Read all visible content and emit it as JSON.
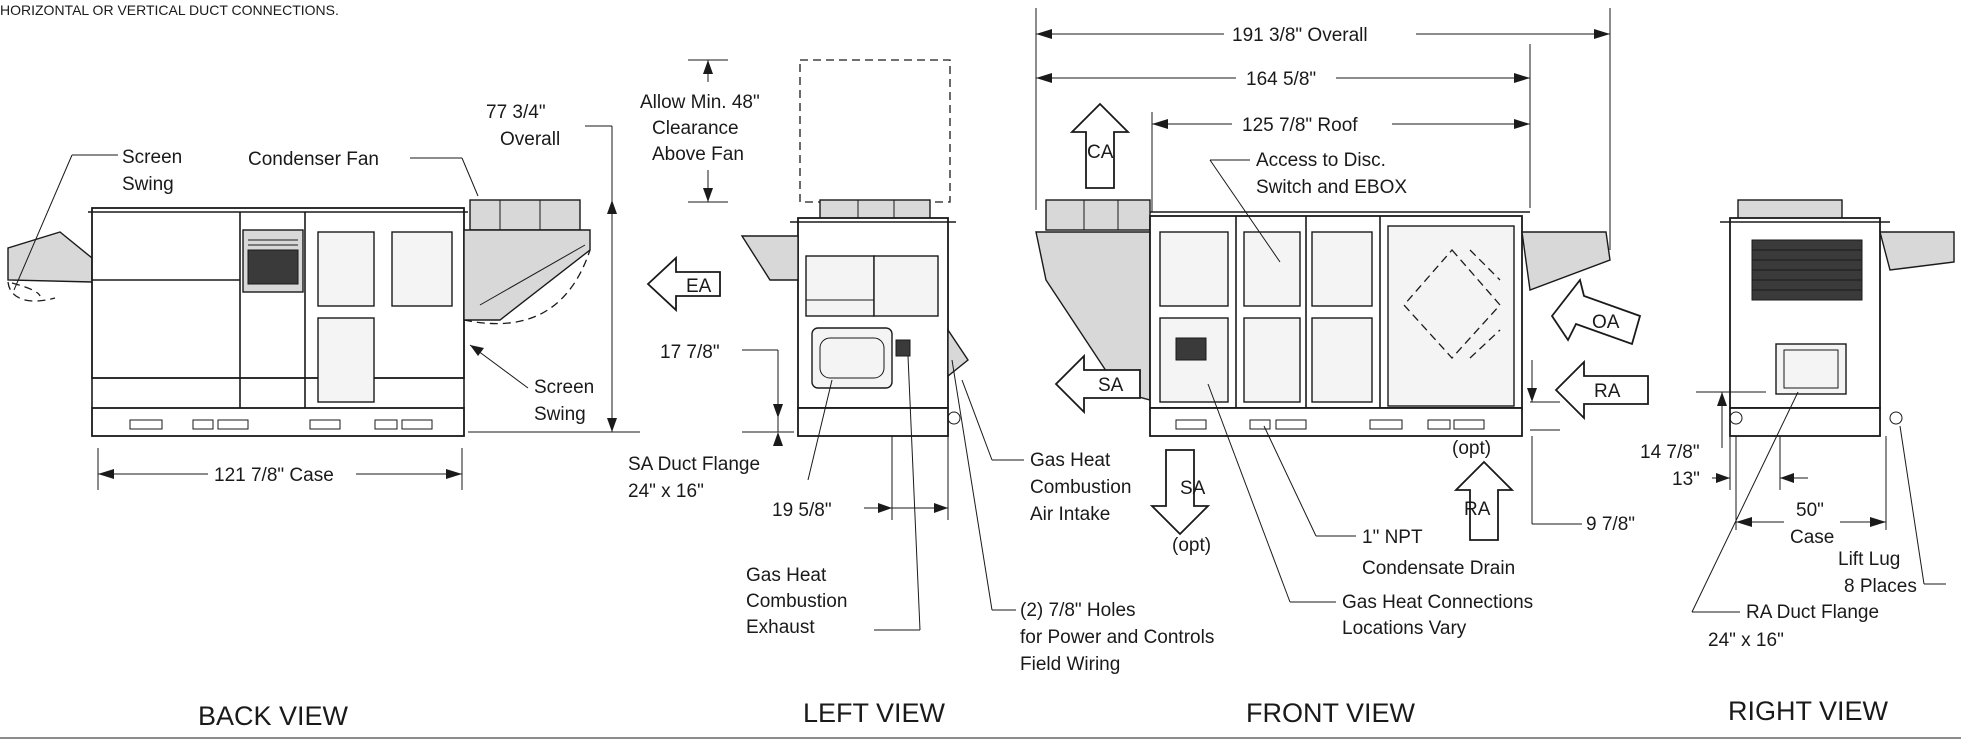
{
  "note": "HORIZONTAL OR VERTICAL DUCT CONNECTIONS.",
  "views": {
    "back": "BACK VIEW",
    "left": "LEFT VIEW",
    "front": "FRONT VIEW",
    "right": "RIGHT VIEW"
  },
  "back_view": {
    "screen_swing_left": [
      "Screen",
      "Swing"
    ],
    "condenser_fan": "Condenser Fan",
    "overall_height": [
      "77 3/4\"",
      "Overall"
    ],
    "screen_swing_right": [
      "Screen",
      "Swing"
    ],
    "case_width": "121 7/8\" Case"
  },
  "left_view": {
    "clearance": [
      "Allow Min. 48\"",
      "Clearance",
      "Above Fan"
    ],
    "ea": "EA",
    "height_17": "17 7/8\"",
    "sa_duct_flange": [
      "SA Duct Flange",
      "24\" x 16\""
    ],
    "width_19": "19 5/8\"",
    "gas_exhaust": [
      "Gas Heat",
      "Combustion",
      "Exhaust"
    ],
    "gas_intake": [
      "Gas Heat",
      "Combustion",
      "Air Intake"
    ],
    "holes": [
      "(2) 7/8\" Holes",
      "for Power and Controls",
      "Field Wiring"
    ]
  },
  "front_view": {
    "overall": "191 3/8\" Overall",
    "dim_164": "164 5/8\"",
    "roof": "125 7/8\" Roof",
    "ca": "CA",
    "access": [
      "Access to Disc.",
      "Switch and EBOX"
    ],
    "sa": "SA",
    "oa": "OA",
    "ra": "RA",
    "opt": "(opt)",
    "sa_bottom": "SA",
    "sa_opt": "(opt)",
    "ra_bottom": "RA",
    "dim_9": "9 7/8\"",
    "drain": [
      "1\" NPT",
      "Condensate Drain"
    ],
    "gas_conn": [
      "Gas Heat Connections",
      "Locations Vary"
    ]
  },
  "right_view": {
    "height_14": "14 7/8\"",
    "height_13": "13\"",
    "case": [
      "50\"",
      "Case"
    ],
    "lift_lug": [
      "Lift Lug",
      "8 Places"
    ],
    "ra_duct_flange": [
      "RA Duct Flange",
      "24\" x 16\""
    ]
  }
}
